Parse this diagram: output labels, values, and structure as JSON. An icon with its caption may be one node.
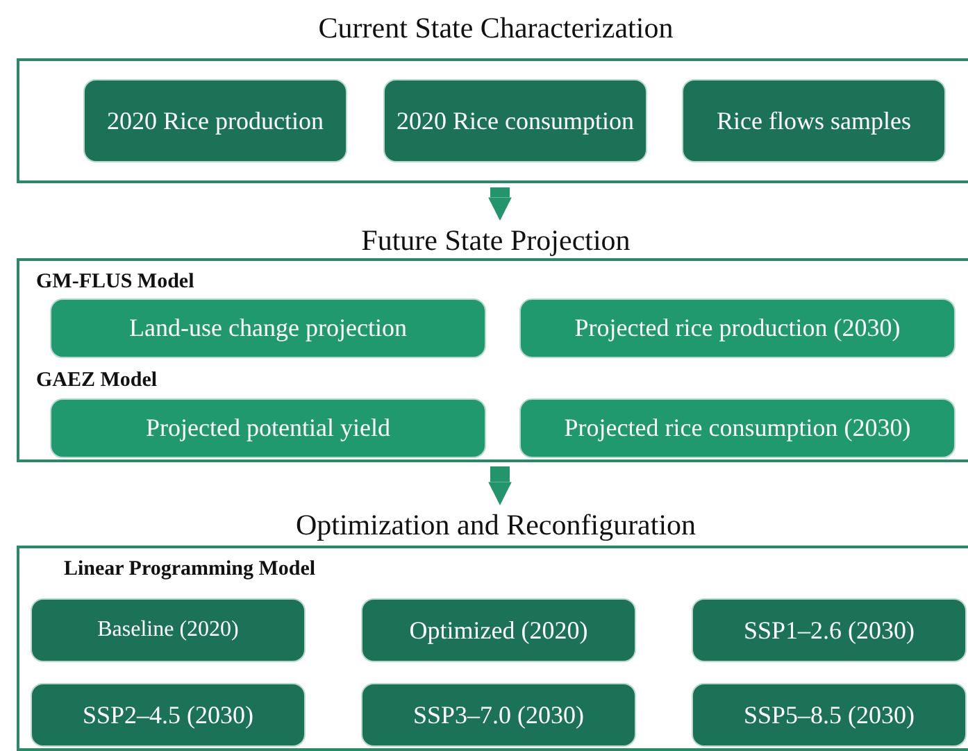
{
  "diagram": {
    "nodes": [
      {
        "text": [
          "Current State Characterization"
        ]
      },
      {
        "text": [
          "2020 Rice production"
        ],
        "in": 0
      },
      {
        "text": [
          "2020 Rice consumption"
        ],
        "in": 0
      },
      {
        "text": [
          "Rice flows samples"
        ],
        "in": 0
      },
      {
        "text": [
          "Future State Projection",
          "GM-FLUS Model",
          "GAEZ Model"
        ]
      },
      {
        "text": [
          "Land-use change  projection"
        ],
        "in": 4
      },
      {
        "text": [
          "Projected rice production (2030)"
        ],
        "in": 4
      },
      {
        "text": [
          "Projected potential yield"
        ],
        "in": 4
      },
      {
        "text": [
          "Projected rice consumption (2030)"
        ],
        "in": 4
      },
      {
        "text": [
          "Optimization and Reconfiguration",
          "Linear Programming Model"
        ]
      },
      {
        "text": [
          "Baseline (2020)"
        ],
        "in": 9
      },
      {
        "text": [
          "Optimized (2020)"
        ],
        "in": 9
      },
      {
        "text": [
          "SSP1–2.6 (2030)"
        ],
        "in": 9
      },
      {
        "text": [
          "SSP2–4.5 (2030)"
        ],
        "in": 9
      },
      {
        "text": [
          "SSP3–7.0 (2030)"
        ],
        "in": 9
      },
      {
        "text": [
          "SSP5–8.5 (2030)"
        ],
        "in": 9
      }
    ],
    "edges": [
      {
        "from": 0,
        "to": 4,
        "arrow": "to"
      },
      {
        "from": 4,
        "to": 9,
        "arrow": "to"
      }
    ]
  }
}
